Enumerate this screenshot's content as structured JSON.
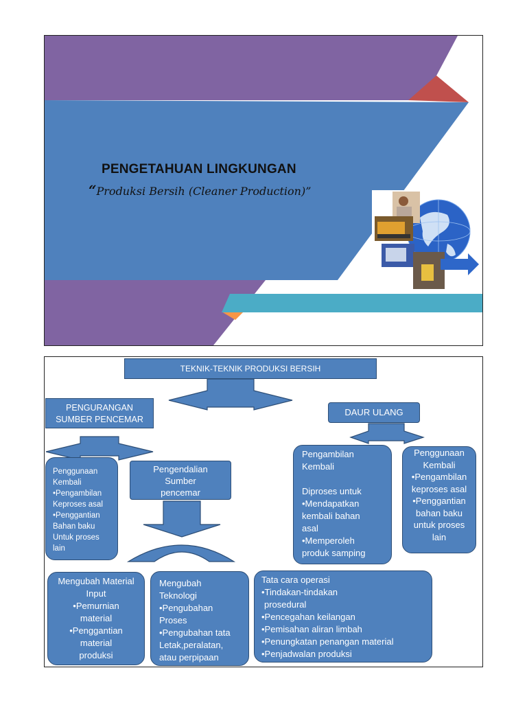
{
  "slide1": {
    "title": "PENGETAHUAN LINGKUNGAN",
    "subtitle_open_quote": "“",
    "subtitle": "Produksi Bersih (Cleaner Production)”",
    "colors": {
      "purple": "#8064a2",
      "blue": "#4f81bd",
      "red": "#c0504d",
      "teal": "#4bacc6",
      "orange": "#f79646"
    }
  },
  "slide2": {
    "header": "TEKNIK-TEKNIK PRODUKSI BERSIH",
    "left_branch": [
      "PENGURANGAN",
      "SUMBER PENCEMAR"
    ],
    "right_branch": "DAUR ULANG",
    "box_penggunaan_left": [
      "Penggunaan",
      "Kembali",
      "•Pengambilan",
      "Keproses asal",
      "•Penggantian",
      "Bahan baku",
      "Untuk proses",
      "lain"
    ],
    "box_pengendalian": [
      "Pengendalian",
      "Sumber",
      "pencemar"
    ],
    "box_pengambilan": [
      "Pengambilan",
      "Kembali",
      "",
      "Diproses untuk",
      "•Mendapatkan",
      "kembali bahan",
      "asal",
      "•Memperoleh",
      "produk samping"
    ],
    "box_penggunaan_right": [
      "Penggunaan",
      "Kembali",
      "•Pengambilan",
      "keproses asal",
      "•Penggantian",
      "bahan baku",
      "untuk proses",
      "lain"
    ],
    "box_material": [
      "Mengubah Material",
      "Input",
      "•Pemurnian",
      "material",
      "•Penggantian",
      "material",
      "produksi"
    ],
    "box_teknologi": [
      "Mengubah",
      "Teknologi",
      "•Pengubahan",
      "Proses",
      "•Pengubahan tata",
      "Letak,peralatan,",
      "atau perpipaan"
    ],
    "box_tatacara": [
      "Tata cara operasi",
      "•Tindakan-tindakan",
      "prosedural",
      "•Pencegahan keilangan",
      "•Pemisahan aliran limbah",
      "•Penungkatan penangan material",
      "•Penjadwalan produksi"
    ],
    "colors": {
      "box": "#4f81bd",
      "border": "#2c4d75"
    }
  }
}
